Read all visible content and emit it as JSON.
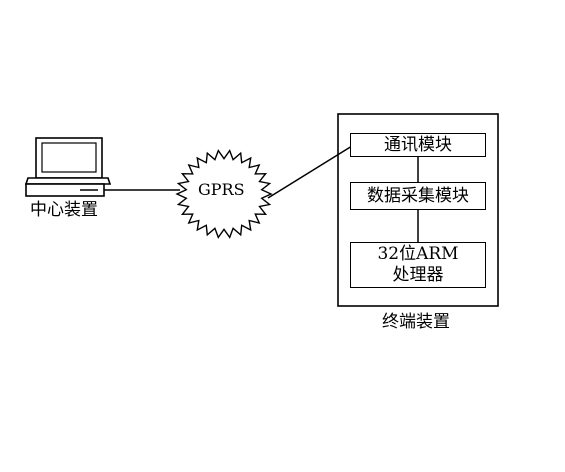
{
  "center": {
    "label": "中心装置"
  },
  "network": {
    "label": "GPRS"
  },
  "terminal": {
    "label": "终端装置",
    "modules": {
      "comm": "通讯模块",
      "acquisition": "数据采集模块",
      "processor_line1": "32位ARM",
      "processor_line2": "处理器"
    }
  }
}
